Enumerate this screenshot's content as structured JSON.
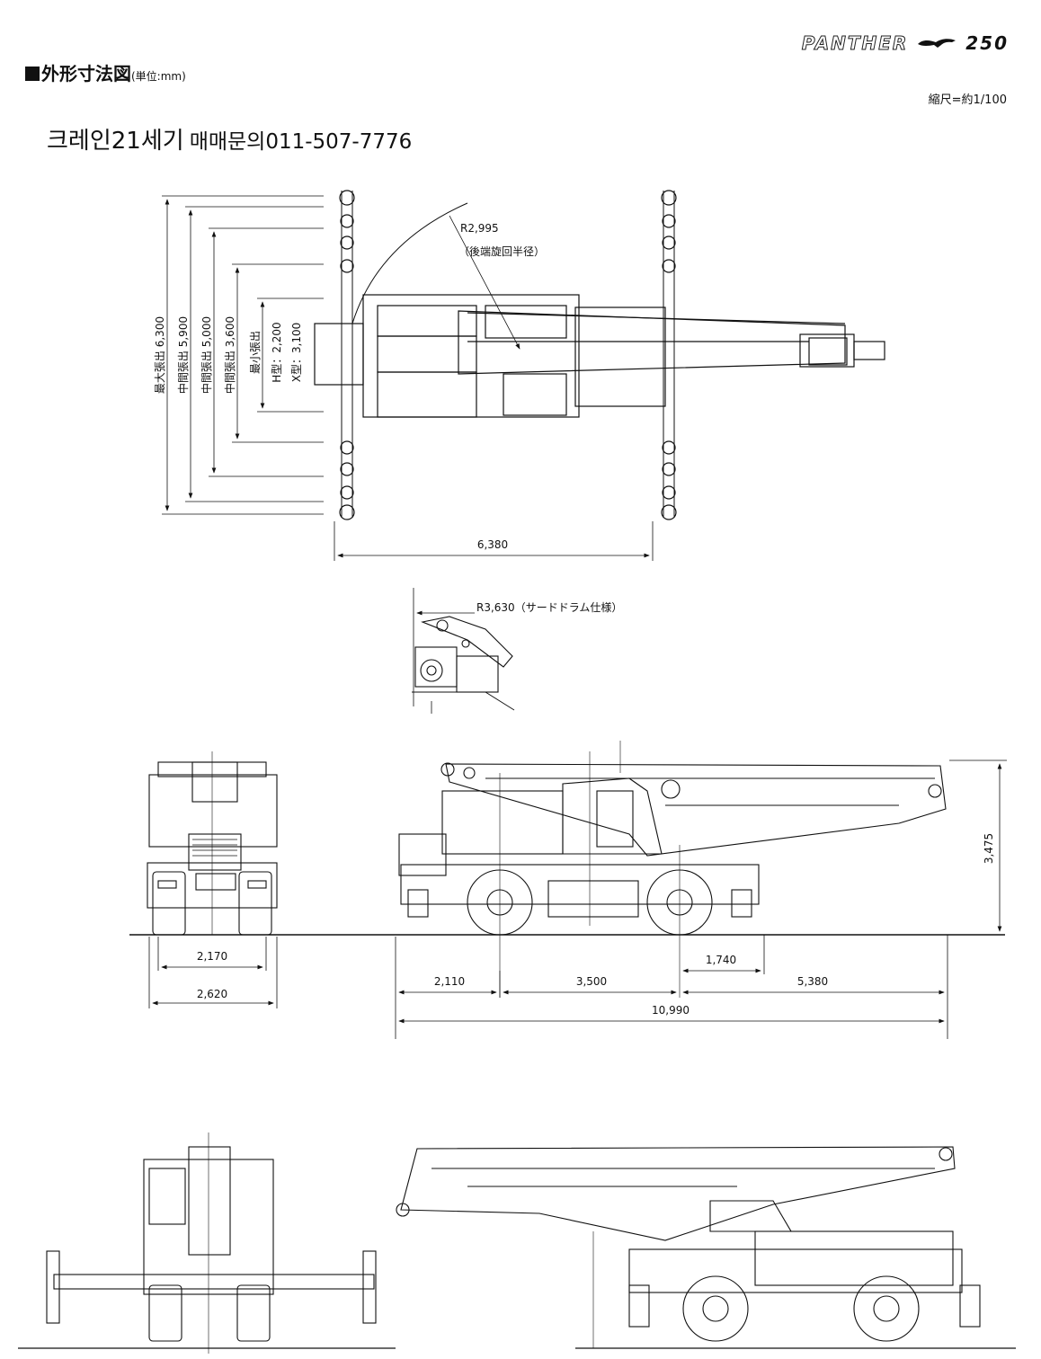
{
  "header": {
    "title": "外形寸法図",
    "unit": "(単位:mm)",
    "brand_name": "PANTHER",
    "model_number": "250",
    "scale": "縮尺=約1/100"
  },
  "contact": {
    "company": "크레인21세기",
    "inquiry": "매매문의011-507-7776"
  },
  "top_view": {
    "tail_radius": "R2,995",
    "tail_radius_note": "（後端旋回半径）",
    "outrigger_labels": [
      "最大張出 6,300",
      "中間張出 5,900",
      "中間張出 5,000",
      "中間張出 3,600"
    ],
    "min_extension_label": "最小張出",
    "min_extension_h": "H型：2,200",
    "min_extension_x": "X型：3,100",
    "outrigger_span": "6,380"
  },
  "detail_view": {
    "radius_label": "R3,630（サードドラム仕様）"
  },
  "side_view": {
    "front_track": "2,170",
    "front_width": "2,620",
    "height": "3,475",
    "front_overhang": "2,110",
    "wheelbase": "3,500",
    "rear_dim": "1,740",
    "boom_overhang": "5,380",
    "overall_length": "10,990"
  },
  "colors": {
    "ink": "#111111",
    "paper": "#ffffff"
  }
}
